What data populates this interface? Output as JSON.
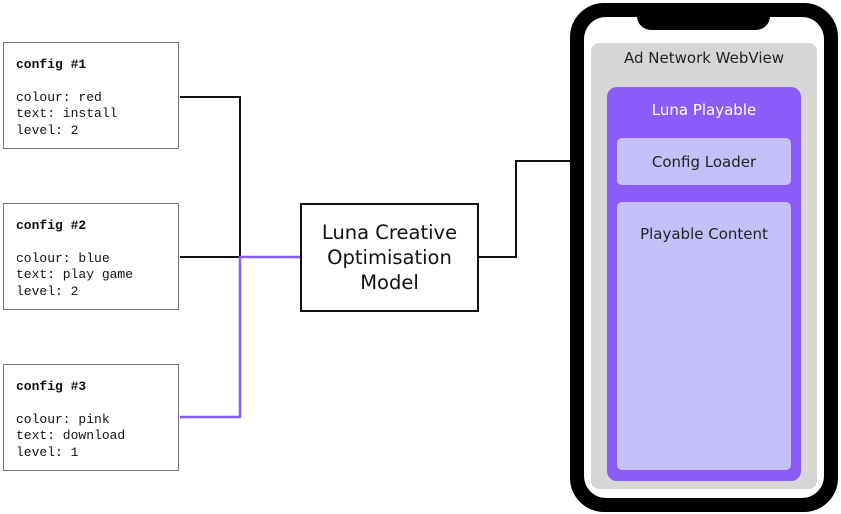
{
  "configs": [
    {
      "title": "config #1",
      "lines": [
        "colour: red",
        "text: install",
        "level: 2"
      ]
    },
    {
      "title": "config #2",
      "lines": [
        "colour: blue",
        "text: play game",
        "level: 2"
      ]
    },
    {
      "title": "config #3",
      "lines": [
        "colour: pink",
        "text: download",
        "level: 1"
      ]
    }
  ],
  "model": {
    "title": "Luna Creative Optimisation Model"
  },
  "phone": {
    "webview_title": "Ad Network WebView",
    "playable_title": "Luna Playable",
    "config_loader": "Config Loader",
    "playable_content": "Playable Content"
  },
  "colors": {
    "accent_purple": "#8b5cf6",
    "light_purple": "#c4bff7",
    "webview_grey": "#d6d6d6",
    "line_black": "#111111"
  }
}
